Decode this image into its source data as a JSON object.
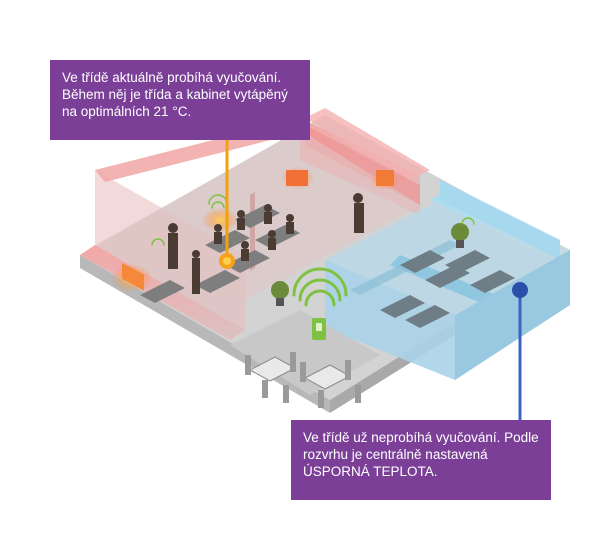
{
  "callouts": {
    "heated": {
      "lines": [
        "Ve třídě aktuálně probíhá vyučování.",
        "Během něj je třída a kabinet vytápěný",
        "na optimálních 21 °C."
      ],
      "color": "#7b3f98",
      "marker_color": "#f0a30a"
    },
    "eco": {
      "lines": [
        "Ve třídě už neprobíhá vyučování. Podle",
        "rozvrhu je centrálně nastavená",
        "ÚSPORNÁ TEPLOTA."
      ],
      "color": "#7b3f98",
      "marker_color": "#2a4fa8"
    }
  },
  "zones": {
    "heated": {
      "label": "",
      "color": "#f0a8a8"
    },
    "eco": {
      "label": "",
      "color": "#9fd0ea"
    }
  },
  "icons": {
    "wifi": "wifi-icon",
    "thermostat": "thermostat-icon",
    "radiator": "radiator-icon"
  }
}
